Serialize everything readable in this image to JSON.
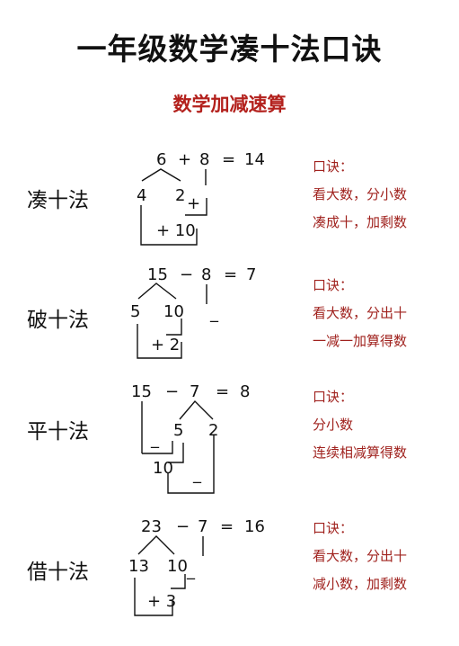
{
  "title": "一年级数学凑十法口诀",
  "subtitle": "数学加减速算",
  "sections": [
    {
      "name": "凑十法",
      "equation": {
        "a": "6",
        "op": "+",
        "b": "8",
        "eq": "=",
        "result": "14"
      },
      "split": [
        "4",
        "2"
      ],
      "marks": [
        "+",
        "+ 10"
      ],
      "rule": [
        "口诀：",
        "看大数，分小数",
        "凑成十，加剩数"
      ]
    },
    {
      "name": "破十法",
      "equation": {
        "a": "15",
        "op": "−",
        "b": "8",
        "eq": "=",
        "result": "7"
      },
      "split": [
        "5",
        "10"
      ],
      "marks": [
        "_",
        "+ 2"
      ],
      "rule": [
        "口诀：",
        "看大数，分出十",
        "一减一加算得数"
      ]
    },
    {
      "name": "平十法",
      "equation": {
        "a": "15",
        "op": "−",
        "b": "7",
        "eq": "=",
        "result": "8"
      },
      "split": [
        "5",
        "2"
      ],
      "marks": [
        "_",
        "10",
        "_"
      ],
      "rule": [
        "口诀：",
        "分小数",
        "连续相减算得数"
      ]
    },
    {
      "name": "借十法",
      "equation": {
        "a": "23",
        "op": "−",
        "b": "7",
        "eq": "=",
        "result": "16"
      },
      "split": [
        "13",
        "10"
      ],
      "marks": [
        "_",
        "+ 3"
      ],
      "rule": [
        "口诀：",
        "看大数，分出十",
        "减小数，加剩数"
      ]
    }
  ]
}
